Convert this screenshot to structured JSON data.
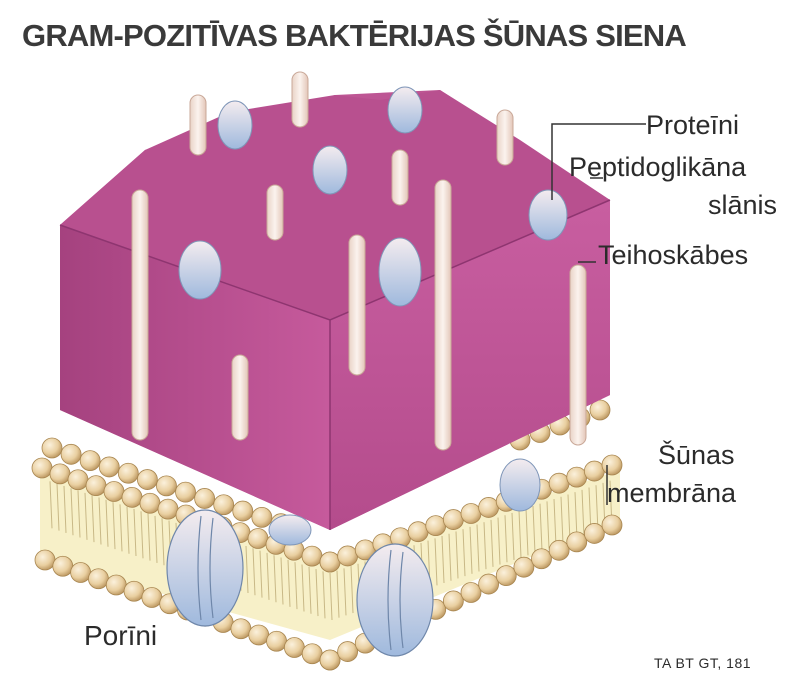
{
  "title": "GRAM-POZITĪVAS BAKTĒRIJAS ŠŪNAS SIENA",
  "labels": {
    "proteins": "Proteīni",
    "peptidoglycan_line1": "Peptidoglikāna",
    "peptidoglycan_line2": "slānis",
    "teichoic": "Teihoskābes",
    "membrane_line1": "Šūnas",
    "membrane_line2": "membrāna",
    "porins": "Porīni"
  },
  "credit": "TA BT GT, 181",
  "colors": {
    "wall_top": "#b74f8c",
    "wall_front": "#c2589a",
    "wall_side": "#9e3f7a",
    "lipid_head": "#e8cfa3",
    "lipid_tail": "#f7f0c6",
    "protein": "#c9d8ec",
    "rod": "#f1e2d8",
    "text": "#2b2b2b"
  }
}
